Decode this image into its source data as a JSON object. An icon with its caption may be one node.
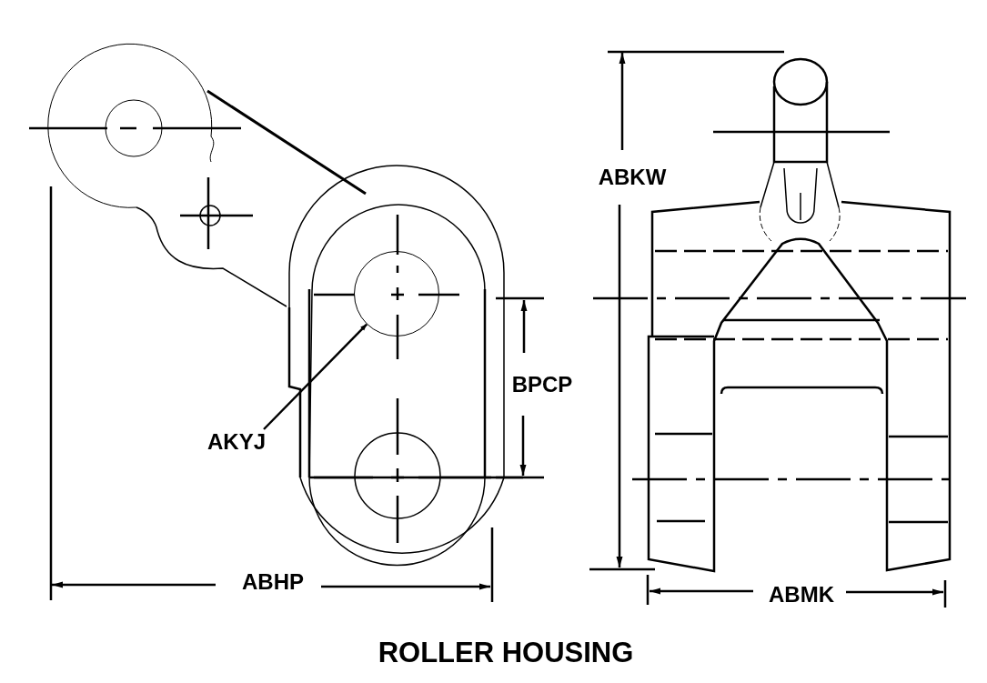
{
  "diagram": {
    "caption": "ROLLER HOUSING",
    "nodes": [
      {
        "text": [
          "AKYJ"
        ]
      },
      {
        "text": [],
        "shape": "circle"
      }
    ],
    "edges": [
      {
        "from": 0,
        "to": 1,
        "arrow": "to"
      }
    ],
    "labels": [
      "ABKW",
      "BPCP",
      "ABHP",
      "ABMK"
    ]
  }
}
